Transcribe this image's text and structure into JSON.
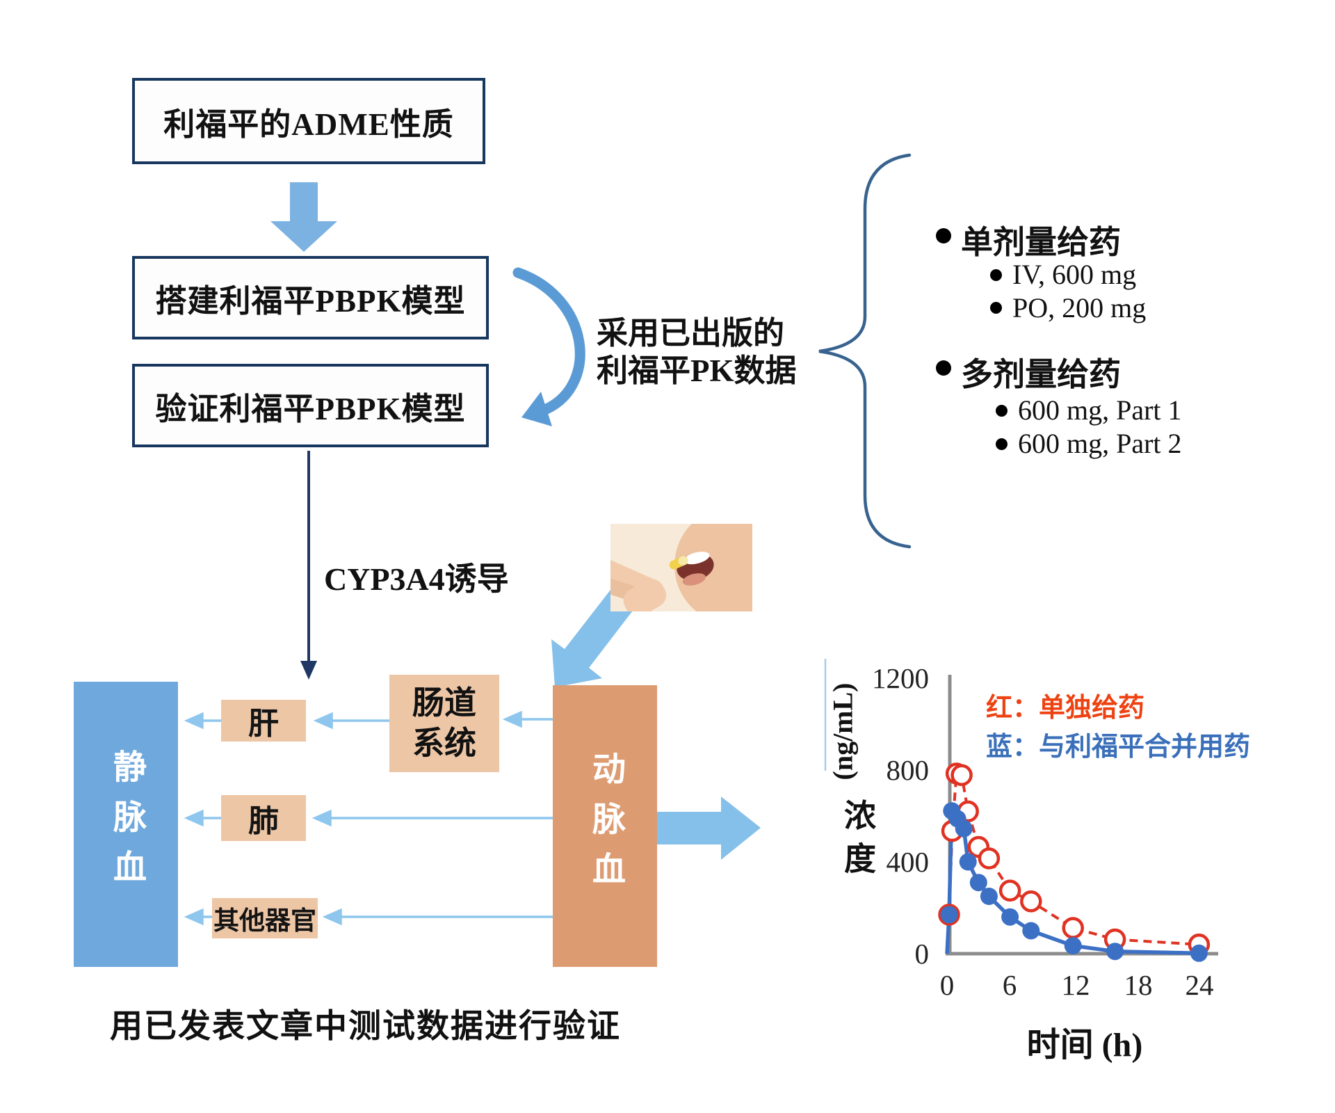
{
  "flowchart": {
    "box_adme": "利福平的ADME性质",
    "box_build": "搭建利福平PBPK模型",
    "box_validate": "验证利福平PBPK模型",
    "pk_data_note_line1": "采用已出版的",
    "pk_data_note_line2": "利福平PK数据",
    "cyp_induction_label": "CYP3A4诱导"
  },
  "dose_list": {
    "groups": [
      {
        "label": "单剂量给药",
        "items": [
          "IV, 600 mg",
          "PO, 200 mg"
        ]
      },
      {
        "label": "多剂量给药",
        "items": [
          "600 mg, Part 1",
          "600 mg, Part 2"
        ]
      }
    ]
  },
  "pbpk_diagram": {
    "venous_blood": "静脉血",
    "arterial_blood": "动脉血",
    "liver": "肝",
    "lung": "肺",
    "other_organs": "其他器官",
    "gut_line1": "肠道",
    "gut_line2": "系统",
    "caption": "用已发表文章中测试数据进行验证"
  },
  "chart_data": {
    "type": "line",
    "title": "",
    "xlabel": "时间 (h)",
    "ylabel": "浓度",
    "ylabel_units": "(ng/mL)",
    "xlim": [
      0,
      24
    ],
    "ylim": [
      0,
      1200
    ],
    "xticks": [
      0,
      6,
      12,
      18,
      24
    ],
    "yticks": [
      0,
      400,
      800,
      1200
    ],
    "grid": false,
    "legend_position": "top-right",
    "legend": [
      {
        "label": "红：单独给药",
        "color": "#ee4212"
      },
      {
        "label": "蓝：与利福平合并用药",
        "color": "#3a6fba"
      }
    ],
    "series": [
      {
        "name": "单独给药",
        "color": "#e03222",
        "dashed": true,
        "open": true,
        "x": [
          0.2,
          0.5,
          0.9,
          1.4,
          2,
          3,
          4,
          6,
          8,
          12,
          16,
          24
        ],
        "y": [
          170,
          535,
          785,
          778,
          620,
          465,
          415,
          275,
          228,
          112,
          62,
          40
        ]
      },
      {
        "name": "与利福平合并用药",
        "color": "#3c70c4",
        "dashed": false,
        "open": false,
        "x": [
          0.2,
          0.45,
          1,
          1.6,
          2,
          3,
          4,
          6,
          8,
          12,
          16,
          24
        ],
        "y": [
          170,
          622,
          588,
          545,
          400,
          310,
          250,
          160,
          100,
          35,
          10,
          2
        ]
      }
    ]
  },
  "colors": {
    "box_border": "#17375e",
    "flow_arrow": "#7cb2e2",
    "curved_arrow": "#5b9bd5",
    "dark_line": "#1f3864",
    "brace": "#38638f",
    "thin_arrow": "#8ec6ee",
    "big_arrow": "#85c0ea",
    "venous_fill": "#6fa8dc",
    "arterial_fill": "#dd9b72",
    "organ_fill": "#edc6a6",
    "axis_gray": "#8c8c8c",
    "faint_line": "#aacce8"
  }
}
